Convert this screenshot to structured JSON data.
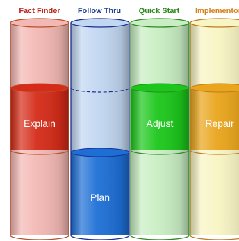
{
  "columns": [
    {
      "header": "Fact Finder",
      "header_color": "#c0261b",
      "tube_color": "#f3b8b4",
      "outline_color": "#b4512b",
      "band_label": "Explain",
      "band_color": "#d52b18",
      "band_position": "middle"
    },
    {
      "header": "Follow Thru",
      "header_color": "#1f3f94",
      "tube_color": "#c2d7f1",
      "outline_color": "#1a2f8f",
      "band_label": "Plan",
      "band_color": "#1d6fd6",
      "band_position": "bottom",
      "dashed_marker": true
    },
    {
      "header": "Quick Start",
      "header_color": "#2e8a1e",
      "tube_color": "#c9eec3",
      "outline_color": "#2f8a22",
      "band_label": "Adjust",
      "band_color": "#1cc71b",
      "band_position": "middle"
    },
    {
      "header": "Implementor",
      "header_color": "#d8801a",
      "tube_color": "#f8f5c4",
      "outline_color": "#c07a22",
      "band_label": "Repair",
      "band_color": "#e9a51b",
      "band_position": "middle"
    }
  ]
}
